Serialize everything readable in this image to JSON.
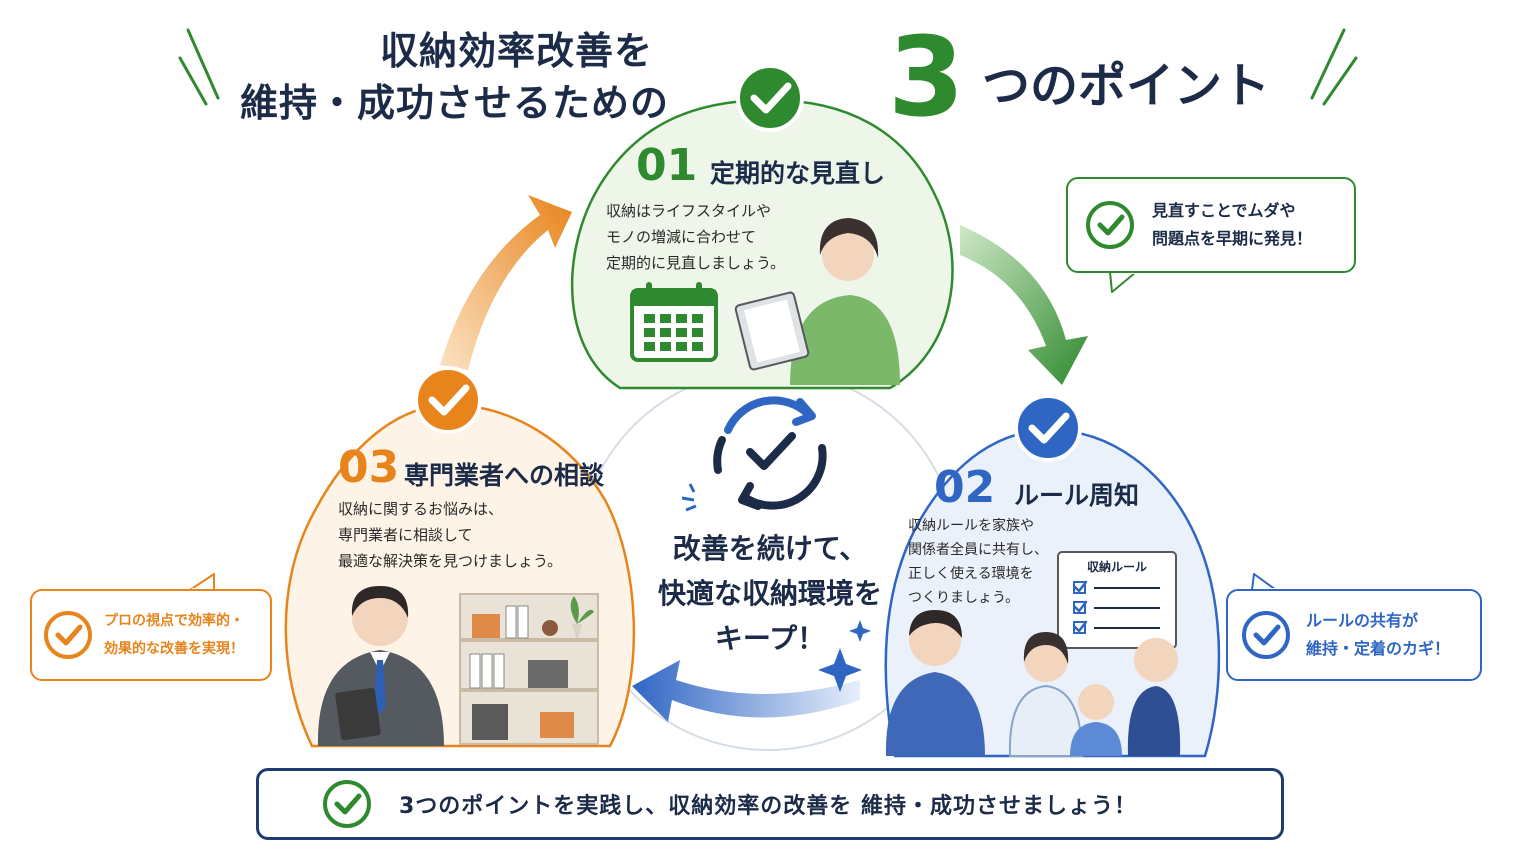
{
  "header": {
    "line1": "収納効率改善を",
    "line2": "維持・成功させるための",
    "number": "3",
    "points": "つのポイント"
  },
  "cards": [
    {
      "number": "01",
      "title": "定期的な見直し",
      "desc": [
        "収納はライフスタイルや",
        "モノの増減に合わせて",
        "定期的に見直しましょう。"
      ],
      "color": "#2f8a2f",
      "bg": "#eef5e9"
    },
    {
      "number": "02",
      "title": "ルール周知",
      "desc": [
        "収納ルールを家族や",
        "関係者全員に共有し、",
        "正しく使える環境を",
        "つくりましょう。"
      ],
      "color": "#2f66c4",
      "bg": "#eaf1fb"
    },
    {
      "number": "03",
      "title": "専門業者への相談",
      "desc": [
        "収納に関するお悩みは、",
        "専門業者に相談して",
        "最適な解決策を見つけましょう。"
      ],
      "color": "#e8841c",
      "bg": "#fdf3e7"
    }
  ],
  "callouts": [
    {
      "lines": [
        "見直すことでムダや",
        "問題点を早期に発見！"
      ],
      "color": "#2f8a2f"
    },
    {
      "lines": [
        "ルールの共有が",
        "維持・定着のカギ！"
      ],
      "color": "#2f66c4"
    },
    {
      "lines": [
        "プロの視点で効率的・",
        "効果的な改善を実現！"
      ],
      "color": "#e8841c"
    }
  ],
  "center": {
    "lines": [
      "改善を続けて、",
      "快適な収納環境を",
      "キープ！"
    ]
  },
  "rule_board": {
    "title": "収納ルール"
  },
  "bottom": {
    "text": "3つのポイントを実践し、収納効率の改善を 維持・成功させましょう！"
  },
  "icons": {
    "check": "check-circle-icon",
    "calendar": "calendar-icon",
    "cycle": "cycle-arrows-icon",
    "sparkle": "sparkle-icon"
  },
  "colors": {
    "navy": "#1c2b48",
    "green": "#2f8a2f",
    "blue": "#2f66c4",
    "orange": "#e8841c"
  }
}
